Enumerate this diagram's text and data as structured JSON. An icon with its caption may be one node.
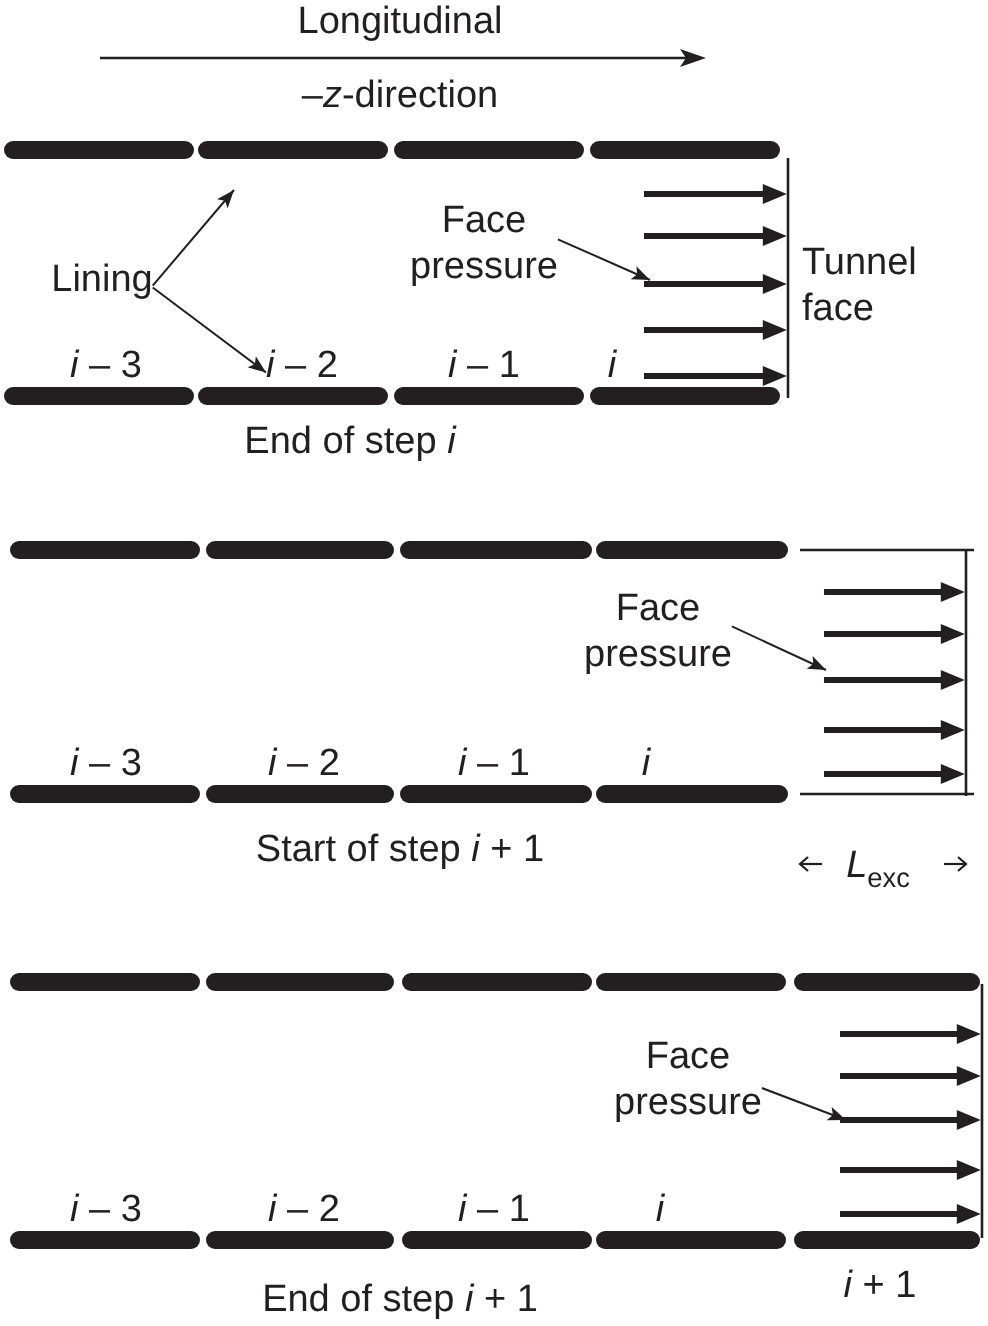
{
  "diagram": {
    "nodes": [
      {
        "text": [
          "Face pressure"
        ]
      },
      {
        "text": [
          "Lining"
        ]
      },
      {
        "text": [
          "*i* – 2"
        ]
      },
      {
        "text": [
          "Face pressure"
        ]
      },
      {
        "text": [
          "Face pressure"
        ]
      }
    ],
    "edges": [
      {
        "from": 1,
        "to": null,
        "arrow": "to"
      },
      {
        "from": 1,
        "to": 2,
        "arrow": "to"
      },
      {
        "from": 0,
        "to": null,
        "arrow": "to"
      },
      {
        "from": 3,
        "to": null,
        "arrow": "to"
      },
      {
        "from": 4,
        "to": null,
        "arrow": "to"
      }
    ],
    "labels": [
      "Longitudinal",
      "–*z*-direction",
      "Tunnel face",
      "*i* – 3",
      "*i* – 1",
      "i",
      "End of step *i*",
      "*i* – 3",
      "*i* – 2",
      "*i* – 1",
      "i",
      "Start of step *i* + 1",
      "*L*$_{exc}$",
      "*i* – 3",
      "*i* – 2",
      "*i* – 1",
      "i",
      "*i* + 1",
      "End of step *i* + 1"
    ]
  }
}
